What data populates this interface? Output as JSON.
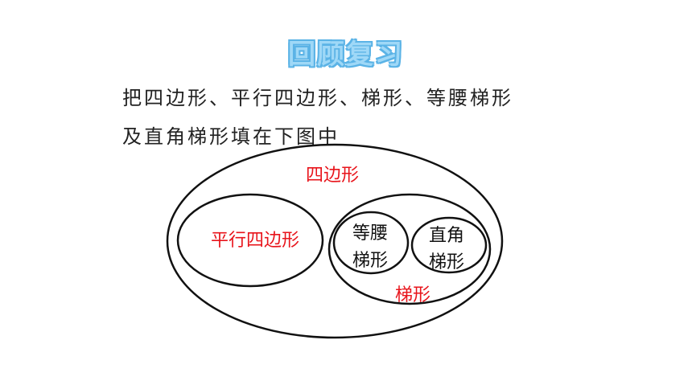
{
  "title": "回顾复习",
  "question": {
    "line1": "把四边形、平行四边形、梯形、等腰梯形",
    "line2": "及直角梯形填在下图中"
  },
  "diagram": {
    "outer_label": "四边形",
    "parallelogram_label": "平行四边形",
    "trapezoid_label": "梯形",
    "isosceles_label_line1": "等腰",
    "isosceles_label_line2": "梯形",
    "right_label_line1": "直角",
    "right_label_line2": "梯形",
    "colors": {
      "answer": "#e8141b",
      "given": "#111111",
      "title": "#9fd8f7"
    }
  }
}
